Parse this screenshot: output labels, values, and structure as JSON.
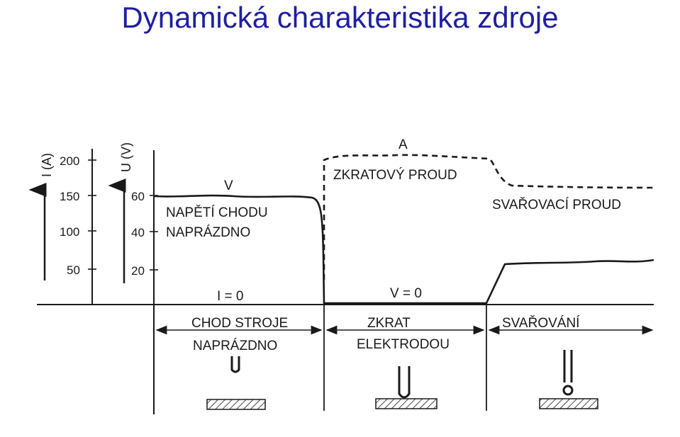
{
  "slide": {
    "title": "Dynamická charakteristika zdroje"
  },
  "axes": {
    "current": {
      "label": "I (A)",
      "ticks": [
        "200",
        "150",
        "100",
        "50"
      ]
    },
    "voltage": {
      "label": "U (V)",
      "ticks": [
        "60",
        "40",
        "20"
      ]
    }
  },
  "curves": {
    "voltage_marker": "V",
    "current_marker": "A",
    "no_load_voltage": [
      "NAPĚTÍ CHODU",
      "NAPRÁZDNO"
    ],
    "short_circuit_current": "ZKRATOVÝ PROUD",
    "welding_current": "SVAŘOVACÍ PROUD",
    "zero_current": "I = 0",
    "zero_voltage": "V = 0"
  },
  "phases": [
    {
      "lines": [
        "CHOD STROJE",
        "NAPRÁZDNO"
      ]
    },
    {
      "lines": [
        "ZKRAT",
        "ELEKTRODOU"
      ]
    },
    {
      "lines": [
        "SVAŘOVÁNÍ"
      ]
    }
  ],
  "colors": {
    "title": "#1f1fa3",
    "ink": "#1a1a1a",
    "paper": "#ffffff"
  }
}
